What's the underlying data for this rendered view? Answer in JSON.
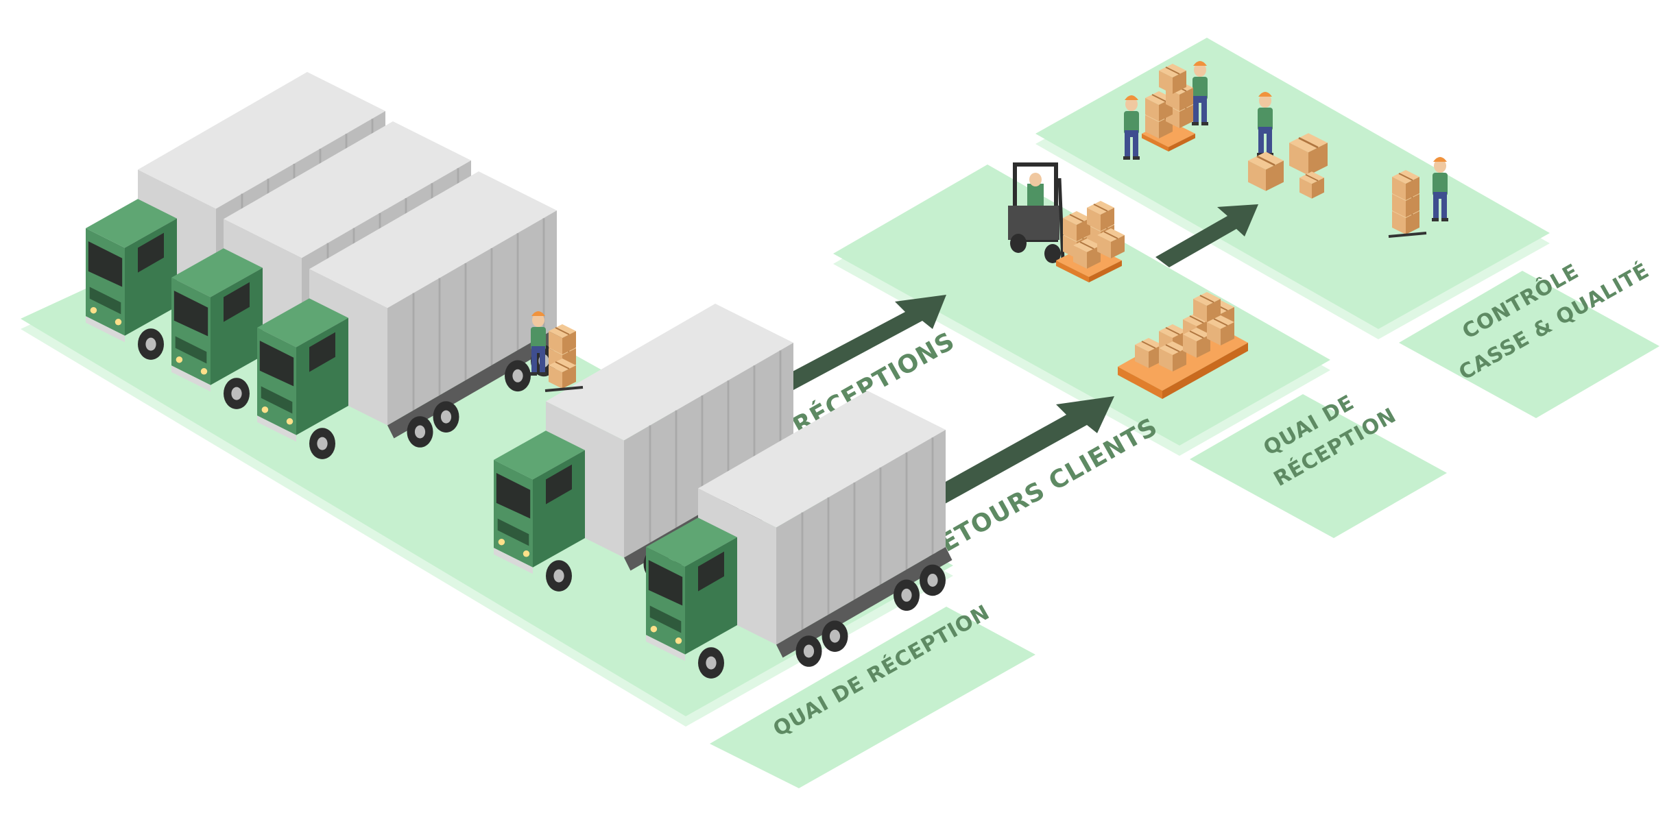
{
  "labels": {
    "dock_main": "QUAI DE RÉCEPTION",
    "dock_mid_line1": "QUAI DE",
    "dock_mid_line2": "RÉCEPTION",
    "control_line1": "CONTRÔLE",
    "control_line2": "CASSE & QUALITÉ",
    "arrow_receptions": "RÉCEPTIONS",
    "arrow_returns": "RETOURS CLIENTS"
  },
  "colors": {
    "platform_fill": "#c6f0cf",
    "platform_edge": "#dff7e4",
    "label_tile": "#c6f0cf",
    "label_text": "#5e8a63",
    "arrow": "#3f5a45",
    "truck_cab": "#4f9363",
    "truck_cab_dark": "#3b7a4f",
    "truck_box_top": "#e6e6e6",
    "truck_box_side": "#bcbcbc",
    "truck_box_front": "#d3d3d3",
    "wheel": "#2d2d2d",
    "box": "#e6b27a",
    "box_dark": "#c98d52",
    "pallet": "#f0923c"
  },
  "icons": [
    "truck-icon",
    "worker-icon",
    "forklift-icon",
    "pallet-icon",
    "box-icon",
    "arrow-icon"
  ]
}
